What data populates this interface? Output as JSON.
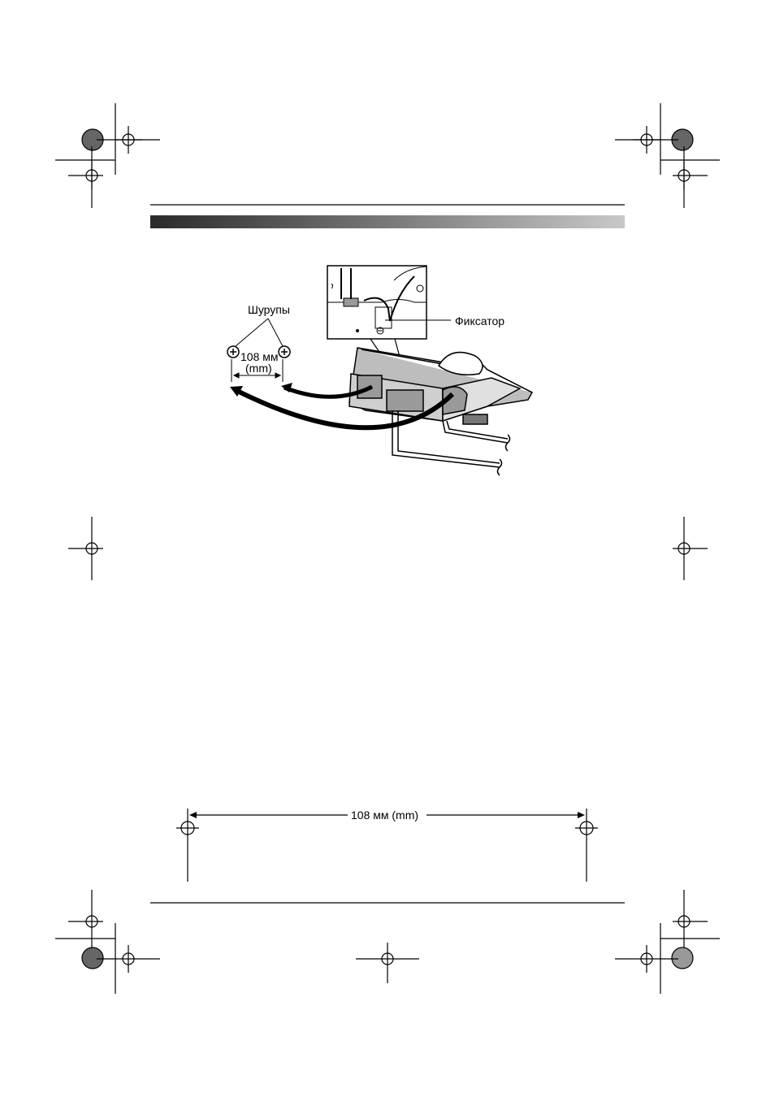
{
  "figure": {
    "screws_label": "Шурупы",
    "latch_label": "Фиксатор",
    "small_dim_line1": "108 мм",
    "small_dim_line2": "(mm)"
  },
  "template": {
    "dimension_label": "108 мм (mm)"
  },
  "colors": {
    "header_band_dark": "#2a2a2a",
    "header_band_light": "#c8c8c8",
    "ink": "#000000"
  }
}
